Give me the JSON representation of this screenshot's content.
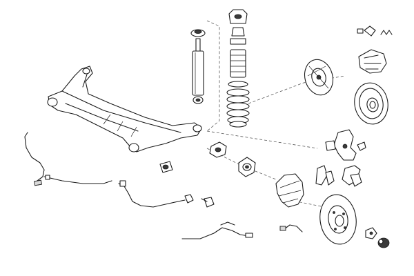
{
  "diagram": {
    "parts": [
      {
        "id": "rear-axle-beam",
        "label": ""
      },
      {
        "id": "shock-absorber",
        "label": ""
      },
      {
        "id": "coil-spring",
        "label": ""
      },
      {
        "id": "spring-top-mount",
        "label": ""
      },
      {
        "id": "bump-stop",
        "label": ""
      },
      {
        "id": "axle-bushing",
        "label": ""
      },
      {
        "id": "brake-hose",
        "label": ""
      },
      {
        "id": "abs-sensor-cable",
        "label": ""
      },
      {
        "id": "handbrake-cable",
        "label": ""
      },
      {
        "id": "wheel-hub-bearing",
        "label": ""
      },
      {
        "id": "brake-backing-plate",
        "label": ""
      },
      {
        "id": "brake-shoes",
        "label": ""
      },
      {
        "id": "brake-drum",
        "label": ""
      },
      {
        "id": "brake-caliper",
        "label": ""
      },
      {
        "id": "brake-pads",
        "label": ""
      },
      {
        "id": "brake-disc",
        "label": ""
      },
      {
        "id": "dust-shield",
        "label": ""
      },
      {
        "id": "axle-nut",
        "label": ""
      },
      {
        "id": "hub-cap",
        "label": ""
      }
    ]
  }
}
